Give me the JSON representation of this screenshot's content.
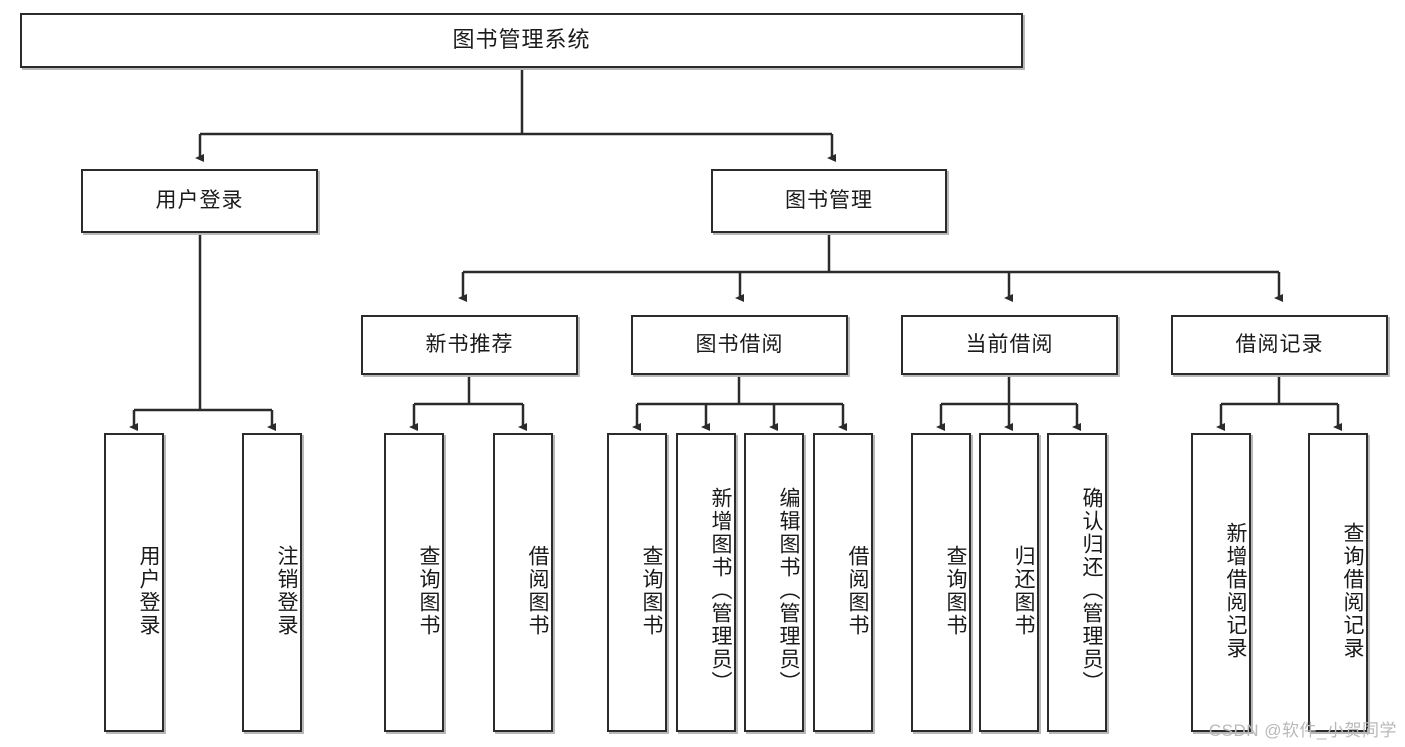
{
  "diagram": {
    "title": "图书管理系统",
    "type": "tree",
    "root": {
      "id": "root",
      "label": "图书管理系统"
    },
    "level2": [
      {
        "id": "user-login",
        "label": "用户登录"
      },
      {
        "id": "book-manage",
        "label": "图书管理"
      }
    ],
    "level3": [
      {
        "id": "new-book-rec",
        "label": "新书推荐"
      },
      {
        "id": "book-borrow",
        "label": "图书借阅"
      },
      {
        "id": "current-borrow",
        "label": "当前借阅"
      },
      {
        "id": "borrow-record",
        "label": "借阅记录"
      }
    ],
    "leaves": {
      "user_login": [
        {
          "id": "leaf-user-login",
          "label": "用户登录"
        },
        {
          "id": "leaf-logout-login",
          "label": "注销登录"
        }
      ],
      "new_book_rec": [
        {
          "id": "leaf-query-book-1",
          "label": "查询图书"
        },
        {
          "id": "leaf-borrow-book-1",
          "label": "借阅图书"
        }
      ],
      "book_borrow": [
        {
          "id": "leaf-query-book-2",
          "label": "查询图书"
        },
        {
          "id": "leaf-add-book",
          "label": "新增图书（管理员）"
        },
        {
          "id": "leaf-edit-book",
          "label": "编辑图书（管理员）"
        },
        {
          "id": "leaf-borrow-book-2",
          "label": "借阅图书"
        }
      ],
      "current_borrow": [
        {
          "id": "leaf-query-book-3",
          "label": "查询图书"
        },
        {
          "id": "leaf-return-book",
          "label": "归还图书"
        },
        {
          "id": "leaf-confirm-return",
          "label": "确认归还（管理员）"
        }
      ],
      "borrow_record": [
        {
          "id": "leaf-add-record",
          "label": "新增借阅记录"
        },
        {
          "id": "leaf-query-record",
          "label": "查询借阅记录"
        }
      ]
    }
  },
  "watermark": {
    "text": "CSDN @软件_小贺同学"
  },
  "colors": {
    "stroke": "#2b2b2b",
    "fill": "#ffffff",
    "text": "#1a1a1a",
    "watermark": "#b9b9b9"
  }
}
